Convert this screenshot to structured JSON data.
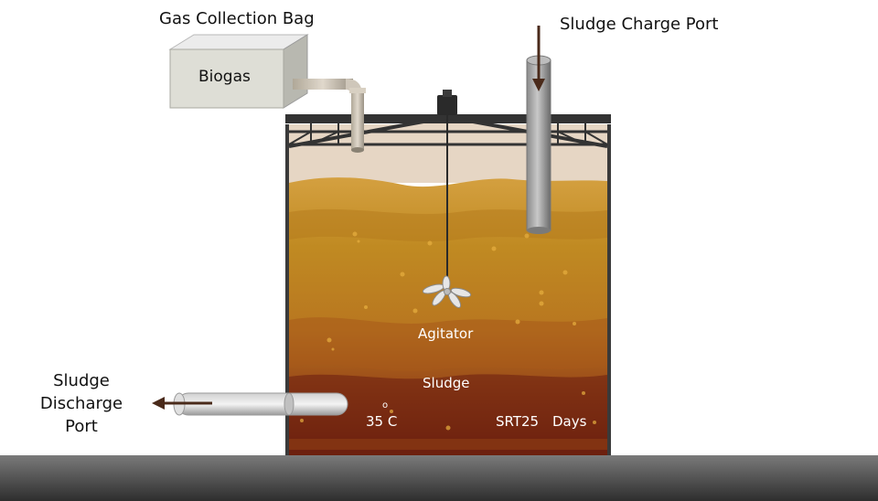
{
  "labels": {
    "gas_bag_title": "Gas Collection Bag",
    "biogas": "Biogas",
    "charge_port": "Sludge Charge Port",
    "discharge_port": "Sludge\nDischarge\nPort",
    "agitator": "Agitator",
    "sludge": "Sludge",
    "temperature": "35 C",
    "degree_mark": "o",
    "srt": "SRT25",
    "days": "Days"
  },
  "colors": {
    "headspace": "#e8d8c8",
    "sludge_top": "#c8902a",
    "sludge_mid": "#b06a1e",
    "sludge_bottom": "#7a2810",
    "frame": "#333333",
    "floor": "#4a4a4a",
    "arrow": "#4a2a1a"
  }
}
